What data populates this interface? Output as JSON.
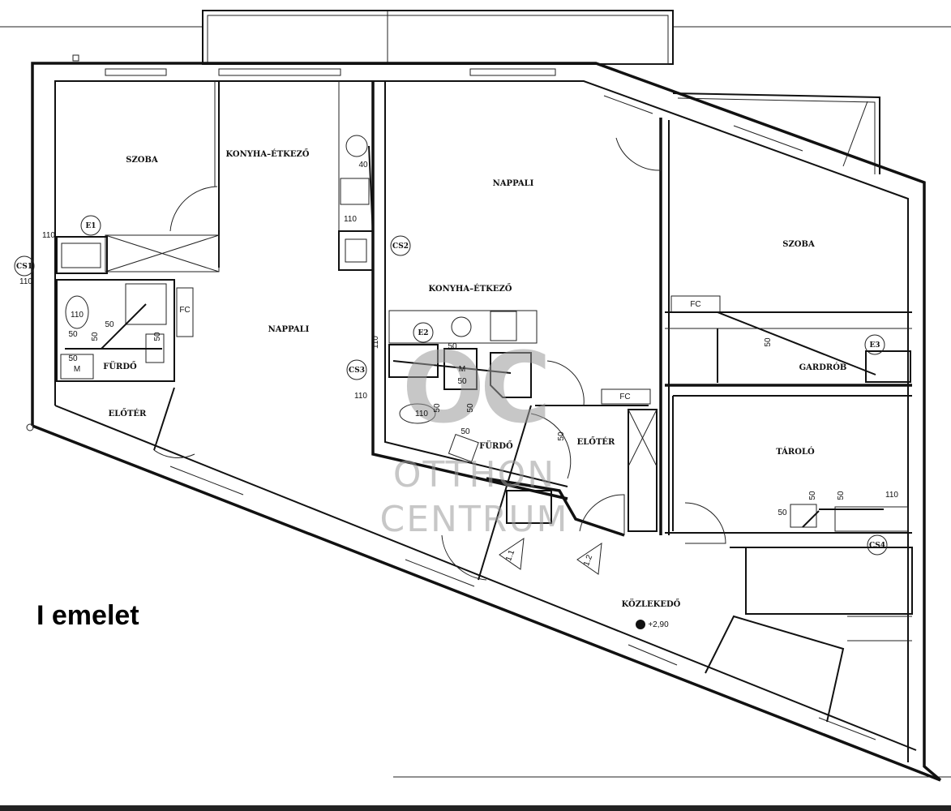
{
  "floor_label": "I emelet",
  "rooms": [
    "SZOBA",
    "KONYHA–ÉTKEZŐ",
    "NAPPALI",
    "FÜRDŐ",
    "ELŐTÉR",
    "NAPPALI",
    "KONYHA–ÉTKEZŐ",
    "FÜRDŐ",
    "ELŐTÉR",
    "SZOBA",
    "GARDRÓB",
    "TÁROLÓ",
    "KÖZLEKEDŐ"
  ],
  "tags": [
    "E1",
    "CS1",
    "CS2",
    "E2",
    "CS3",
    "E3",
    "CS4"
  ],
  "dims": [
    "110",
    "110",
    "110",
    "50",
    "50",
    "50",
    "50",
    "50",
    "40",
    "110",
    "110",
    "110",
    "50",
    "50",
    "110",
    "50",
    "50",
    "50",
    "50",
    "50",
    "50",
    "50",
    "50",
    "110"
  ],
  "fixtures": [
    "FC",
    "FC",
    "FC",
    "M",
    "M"
  ],
  "section_markers": [
    "1.1",
    "1.2"
  ],
  "level": "+2,90",
  "watermark": {
    "logo": "OC",
    "line1": "OTTHON",
    "line2": "CENTRUM"
  }
}
